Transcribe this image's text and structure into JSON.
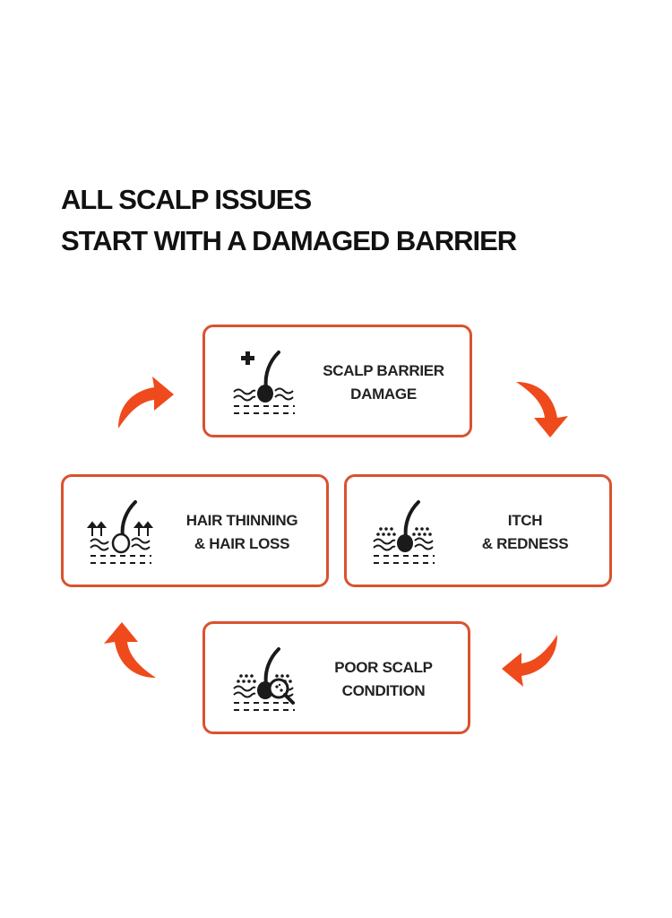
{
  "headline": {
    "line1": "ALL SCALP ISSUES",
    "line2": "START WITH A DAMAGED BARRIER"
  },
  "colors": {
    "accent": "#d9522f",
    "arrow": "#ef4a1c",
    "text": "#111111",
    "icon": "#1a1a1a"
  },
  "cycle": [
    {
      "id": "barrier",
      "icon": "hair-follicle-plus-icon",
      "line1": "SCALP BARRIER",
      "line2": "DAMAGE"
    },
    {
      "id": "itch",
      "icon": "hair-follicle-dots-icon",
      "line1": "ITCH",
      "line2": "& REDNESS"
    },
    {
      "id": "poor",
      "icon": "hair-follicle-magnifier-icon",
      "line1": "POOR SCALP",
      "line2": "CONDITION"
    },
    {
      "id": "thinning",
      "icon": "hair-follicle-arrows-icon",
      "line1": "HAIR THINNING",
      "line2": "& HAIR LOSS"
    }
  ]
}
